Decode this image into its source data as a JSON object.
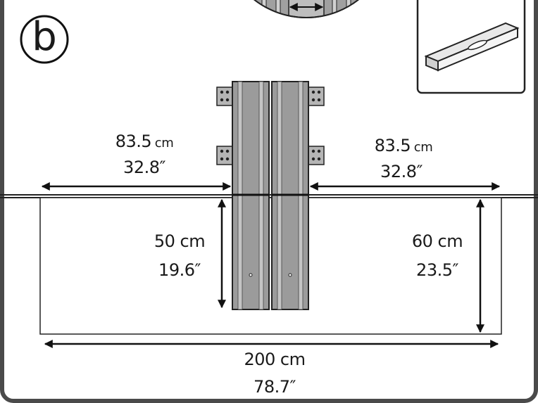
{
  "step": {
    "letter": "b"
  },
  "dimensions": {
    "left_width": {
      "value": "83.5",
      "unit": "cm",
      "inches": "32.8″"
    },
    "right_width": {
      "value": "83.5",
      "unit": "cm",
      "inches": "32.8″"
    },
    "inner_height": {
      "text": "50 cm",
      "inches": "19.6″"
    },
    "outer_height": {
      "text": "60 cm",
      "inches": "23.5″"
    },
    "total_width": {
      "text": "200 cm",
      "inches": "78.7″"
    }
  },
  "colors": {
    "frame": "#4a4a4a",
    "rail_fill": "#9b9b9b",
    "rail_stripe": "#c4c4c4",
    "detail_fill": "#a9a9a9",
    "line": "#111111"
  },
  "icons": {
    "tool_inset": "spirit-level-icon",
    "zoom_inset": "gap-detail-icon"
  }
}
